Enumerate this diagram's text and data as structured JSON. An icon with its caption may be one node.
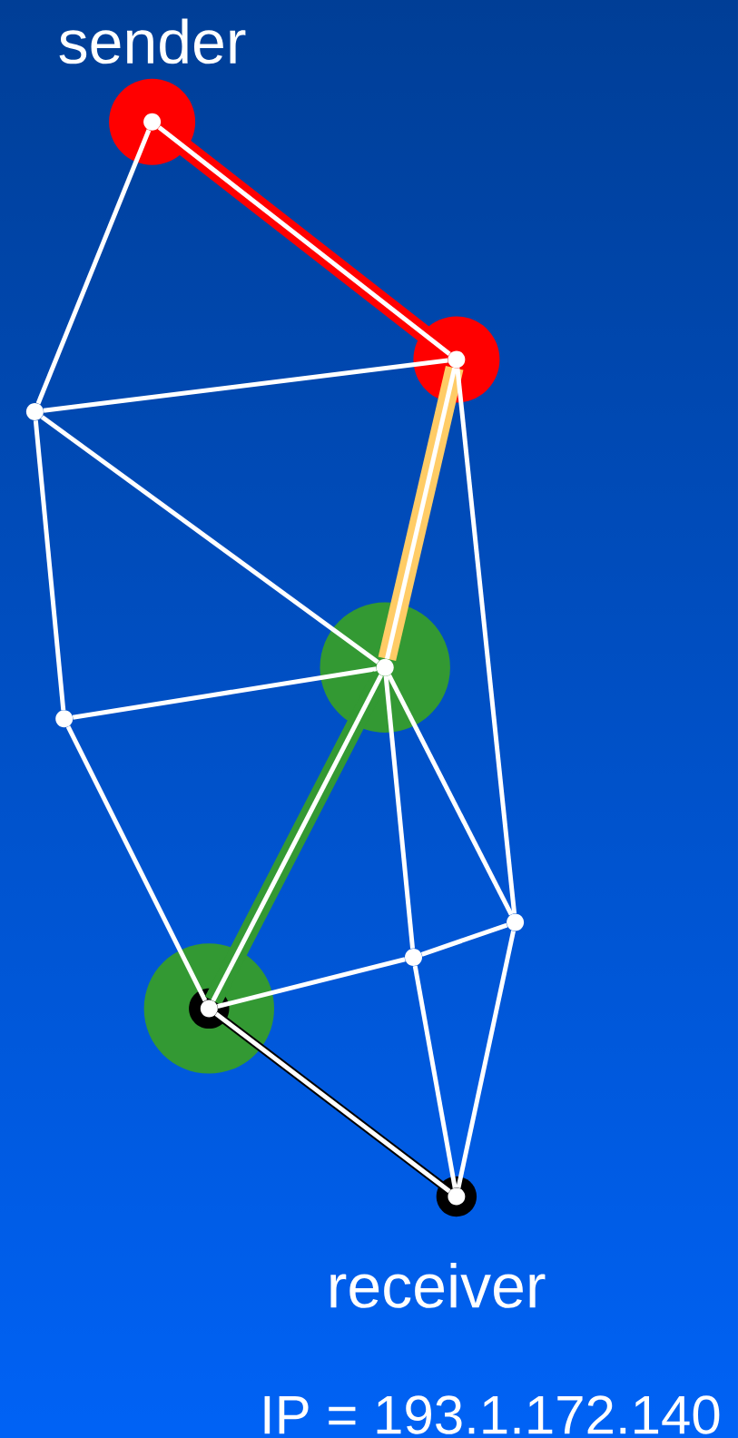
{
  "diagram": {
    "nodes": [
      {
        "text": [],
        "shape": "circle",
        "beside": [
          "sender"
        ]
      },
      {
        "text": [],
        "shape": "circle"
      },
      {
        "text": [],
        "shape": "circle"
      },
      {
        "text": [],
        "shape": "circle"
      },
      {
        "text": [],
        "shape": "circle"
      },
      {
        "text": [],
        "shape": "circle"
      },
      {
        "text": [],
        "shape": "circle"
      },
      {
        "text": [],
        "shape": "circle"
      },
      {
        "text": [],
        "shape": "circle",
        "beside": [
          "receiver"
        ]
      }
    ],
    "edges": [
      {
        "from": 0,
        "to": 1,
        "arrow": "none",
        "style": "thick",
        "color": "#ff0000"
      },
      {
        "from": 0,
        "to": 2,
        "arrow": "none"
      },
      {
        "from": 2,
        "to": 1,
        "arrow": "none"
      },
      {
        "from": 2,
        "to": 3,
        "arrow": "none"
      },
      {
        "from": 2,
        "to": 4,
        "arrow": "none"
      },
      {
        "from": 1,
        "to": 3,
        "arrow": "none",
        "style": "thick",
        "color": "#ffcc66"
      },
      {
        "from": 1,
        "to": 5,
        "arrow": "none"
      },
      {
        "from": 4,
        "to": 3,
        "arrow": "none"
      },
      {
        "from": 4,
        "to": 7,
        "arrow": "none"
      },
      {
        "from": 3,
        "to": 7,
        "arrow": "none",
        "style": "thick",
        "color": "#339933"
      },
      {
        "from": 3,
        "to": 6,
        "arrow": "none"
      },
      {
        "from": 3,
        "to": 5,
        "arrow": "none"
      },
      {
        "from": 7,
        "to": 6,
        "arrow": "none"
      },
      {
        "from": 6,
        "to": 5,
        "arrow": "none"
      },
      {
        "from": 6,
        "to": 8,
        "arrow": "none"
      },
      {
        "from": 5,
        "to": 8,
        "arrow": "none"
      },
      {
        "from": 7,
        "to": 8,
        "arrow": "none",
        "style": "thick",
        "color": "#000000"
      }
    ],
    "labels": [
      "IP = 193.1.172.140"
    ]
  }
}
